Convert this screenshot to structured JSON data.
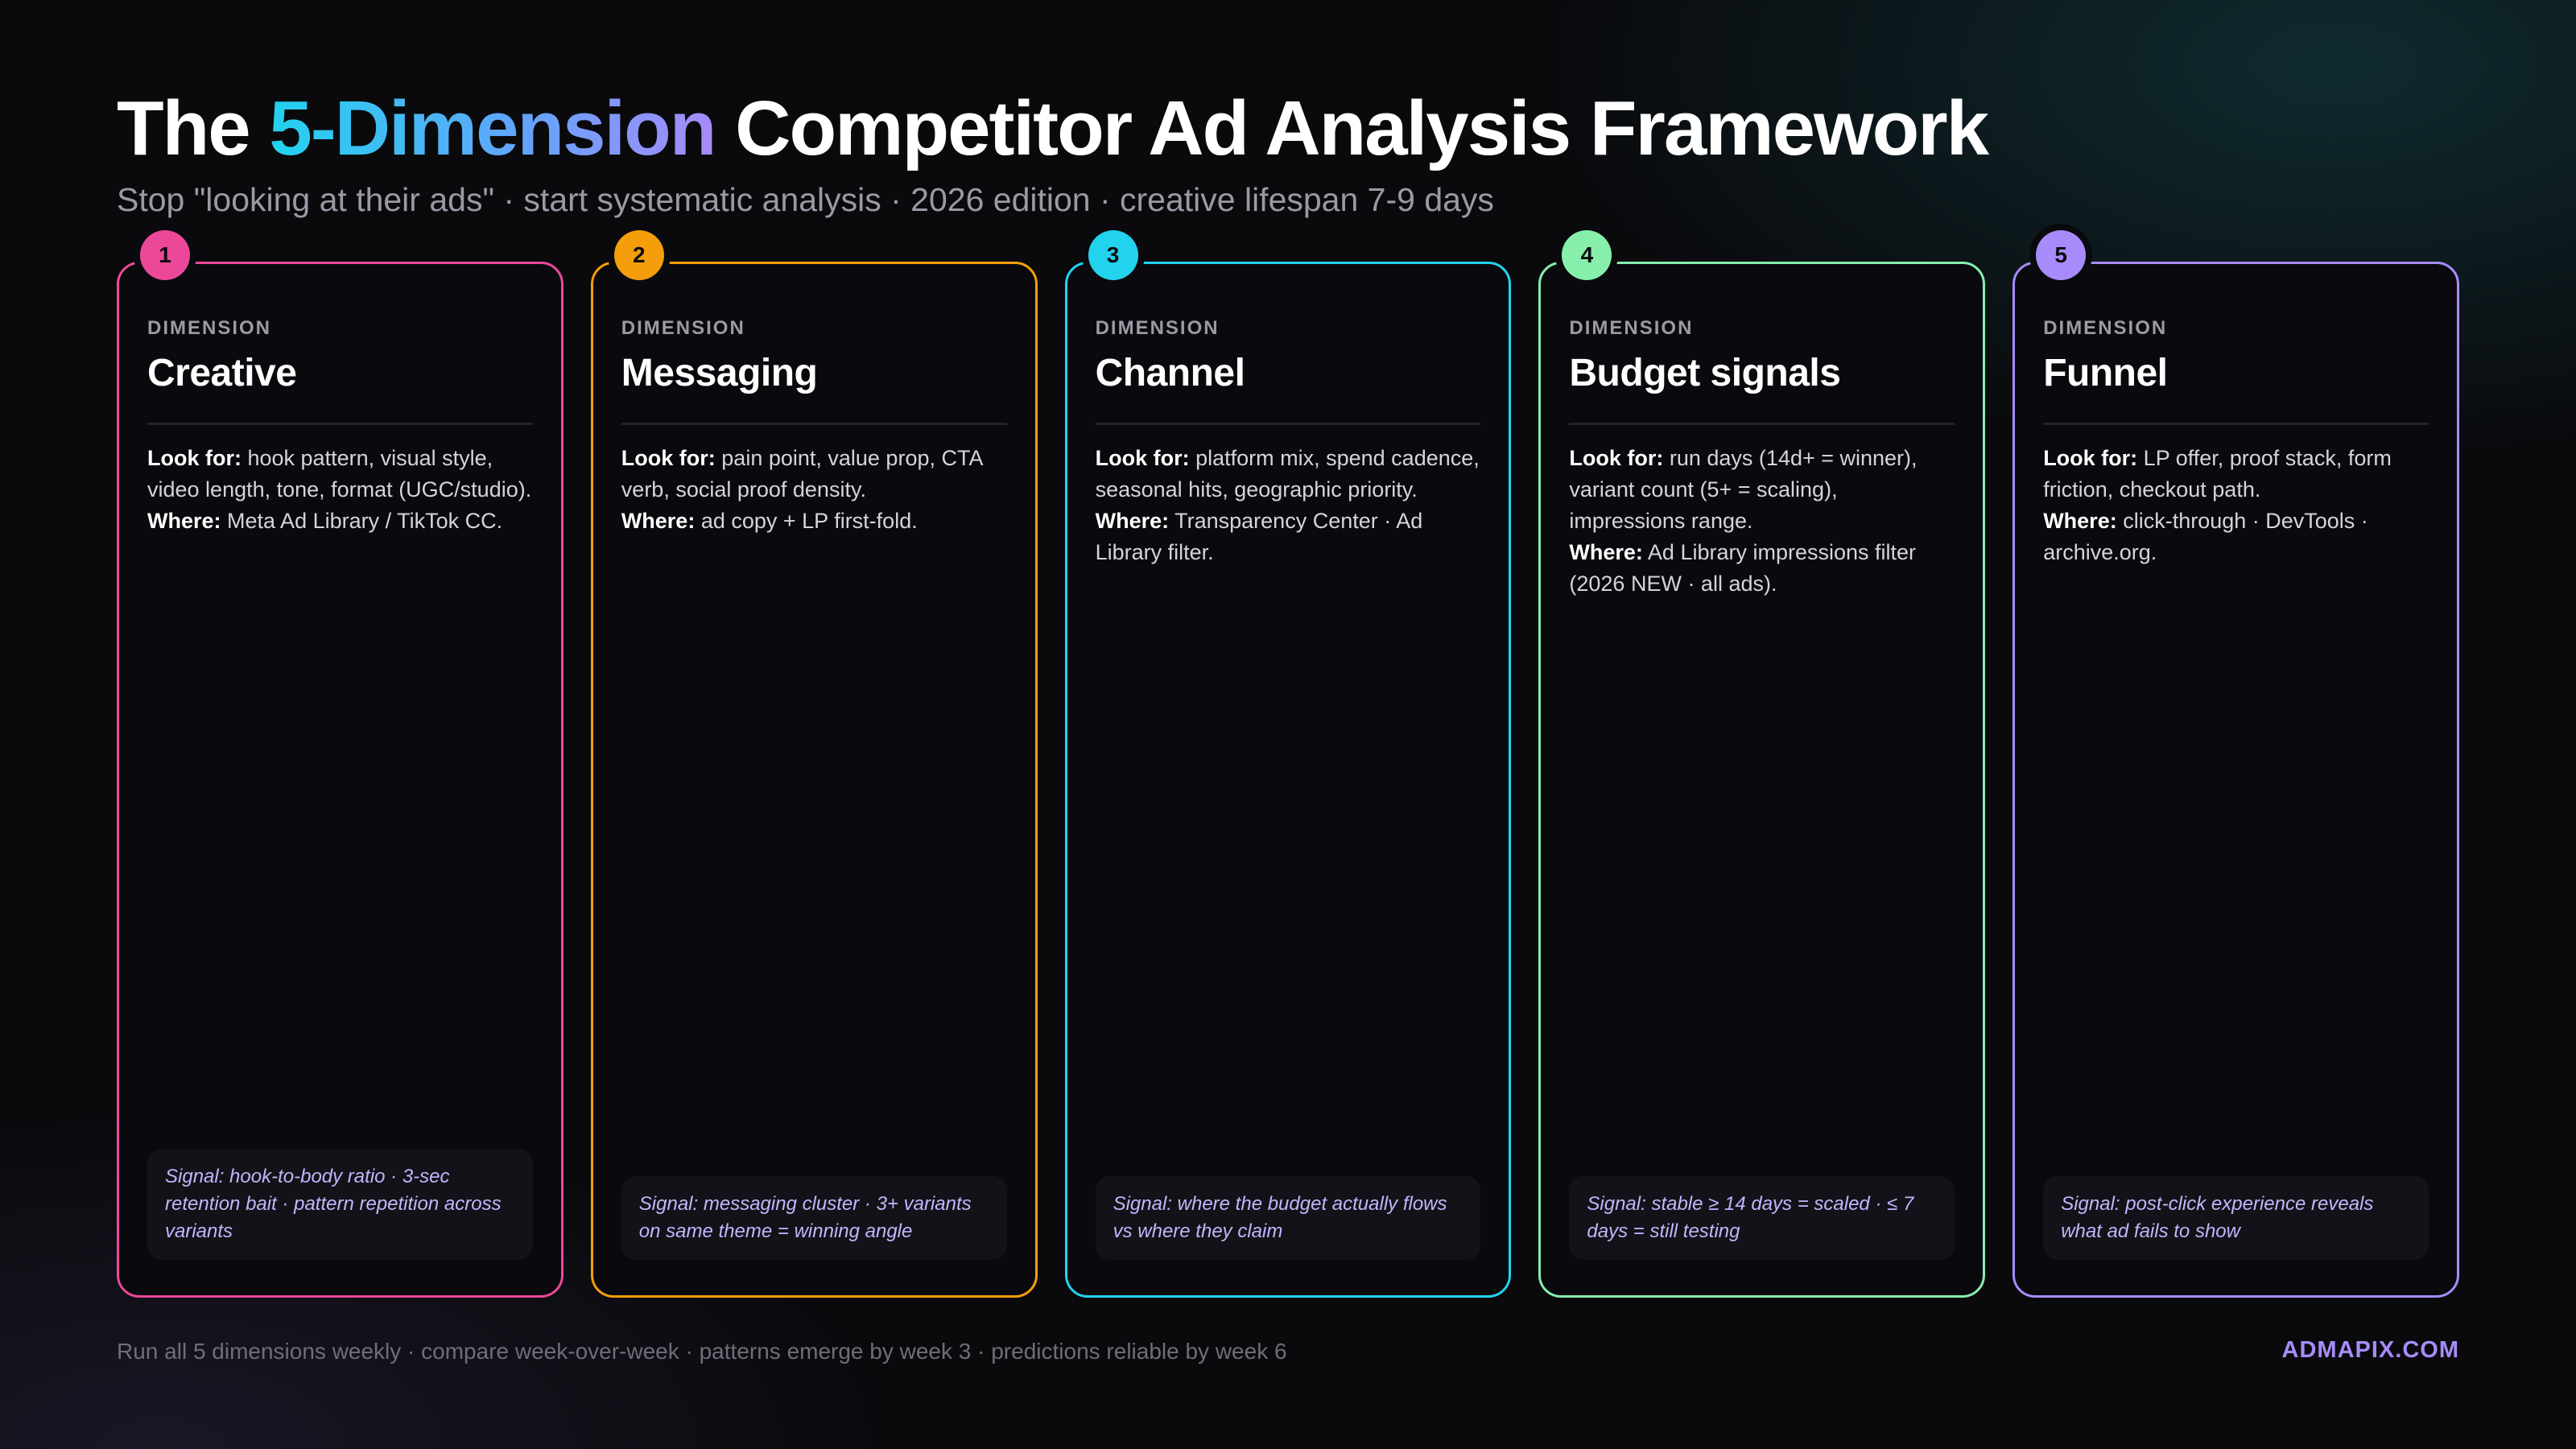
{
  "header": {
    "title_prefix": "The ",
    "title_highlight": "5-Dimension",
    "title_suffix": " Competitor Ad Analysis Framework",
    "subtitle": "Stop \"looking at their ads\" · start systematic analysis · 2026 edition · creative lifespan 7-9 days"
  },
  "cards": [
    {
      "number": "1",
      "label": "DIMENSION",
      "title": "Creative",
      "color": "#ec4899",
      "look_for_label": "Look for:",
      "look_for": " hook pattern, visual style, video length, tone, format (UGC/studio).",
      "where_label": "Where:",
      "where": " Meta Ad Library / TikTok CC.",
      "signal": "Signal: hook-to-body ratio · 3-sec retention bait · pattern repetition across variants"
    },
    {
      "number": "2",
      "label": "DIMENSION",
      "title": "Messaging",
      "color": "#f59e0b",
      "look_for_label": "Look for:",
      "look_for": " pain point, value prop, CTA verb, social proof density.",
      "where_label": "Where:",
      "where": " ad copy + LP first-fold.",
      "signal": "Signal: messaging cluster · 3+ variants on same theme = winning angle"
    },
    {
      "number": "3",
      "label": "DIMENSION",
      "title": "Channel",
      "color": "#22d3ee",
      "look_for_label": "Look for:",
      "look_for": " platform mix, spend cadence, seasonal hits, geographic priority.",
      "where_label": "Where:",
      "where": " Transparency Center · Ad Library filter.",
      "signal": "Signal: where the budget actually flows vs where they claim"
    },
    {
      "number": "4",
      "label": "DIMENSION",
      "title": "Budget signals",
      "color": "#86efac",
      "look_for_label": "Look for:",
      "look_for": " run days (14d+ = winner), variant count (5+ = scaling), impressions range.",
      "where_label": "Where:",
      "where": " Ad Library impressions filter (2026 NEW · all ads).",
      "signal": "Signal: stable ≥ 14 days = scaled · ≤ 7 days = still testing"
    },
    {
      "number": "5",
      "label": "DIMENSION",
      "title": "Funnel",
      "color": "#a78bfa",
      "look_for_label": "Look for:",
      "look_for": " LP offer, proof stack, form friction, checkout path.",
      "where_label": "Where:",
      "where": " click-through · DevTools · archive.org.",
      "signal": "Signal: post-click experience reveals what ad fails to show"
    }
  ],
  "footer": {
    "note": "Run all 5 dimensions weekly · compare week-over-week · patterns emerge by week 3 · predictions reliable by week 6",
    "brand": "ADMAPIX.COM"
  }
}
